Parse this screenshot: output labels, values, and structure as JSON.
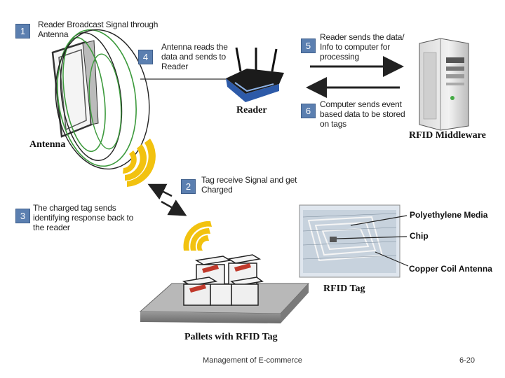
{
  "steps": [
    {
      "num": "1",
      "text": "Reader  Broadcast Signal through Antenna"
    },
    {
      "num": "2",
      "text": "Tag receive Signal and get Charged"
    },
    {
      "num": "3",
      "text": "The charged tag sends identifying response back to the reader"
    },
    {
      "num": "4",
      "text": "Antenna reads the data and sends to Reader"
    },
    {
      "num": "5",
      "text": "Reader sends the data/ Info to computer for processing"
    },
    {
      "num": "6",
      "text": "Computer sends event based data to be stored on tags"
    }
  ],
  "labels": {
    "antenna": "Antenna",
    "reader": "Reader",
    "middleware": "RFID Middleware",
    "polyethylene": "Polyethylene Media",
    "chip": "Chip",
    "coil": "Copper Coil Antenna",
    "rfid_tag": "RFID Tag",
    "pallets": "Pallets  with RFID Tag"
  },
  "footer": {
    "title": "Management of E-commerce",
    "page": "6-20"
  },
  "colors": {
    "badge": "#5b7fb0",
    "wave": "#f2c20f",
    "coil_green": "#3c9a3c",
    "router_blue": "#2d5aa8"
  }
}
